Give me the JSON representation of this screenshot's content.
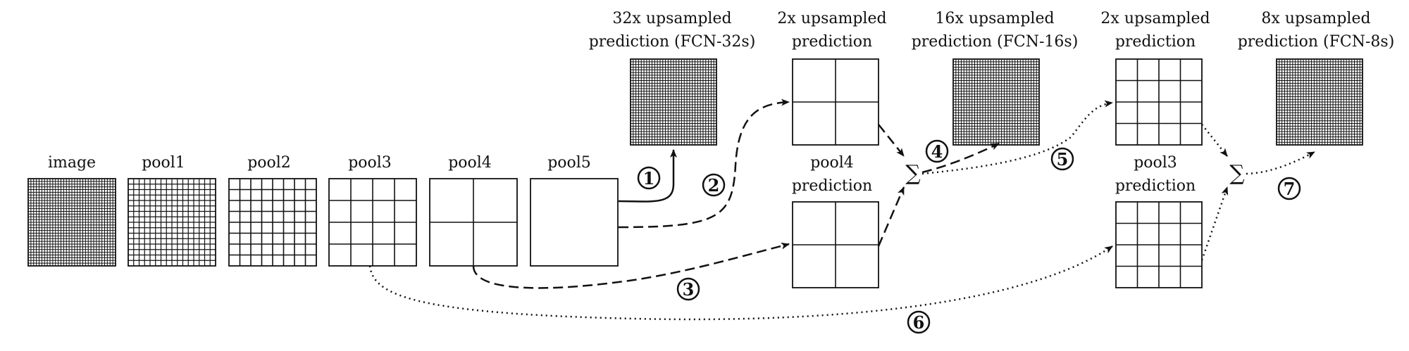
{
  "labels": {
    "image": "image",
    "pool1": "pool1",
    "pool2": "pool2",
    "pool3": "pool3",
    "pool4": "pool4",
    "pool5": "pool5",
    "fcn32_l1": "32x upsampled",
    "fcn32_l2": "prediction (FCN-32s)",
    "up2a_l1": "2x upsampled",
    "up2a_l2": "prediction",
    "pool4pred_l1": "pool4",
    "pool4pred_l2": "prediction",
    "fcn16_l1": "16x upsampled",
    "fcn16_l2": "prediction (FCN-16s)",
    "up2b_l1": "2x upsampled",
    "up2b_l2": "prediction",
    "pool3pred_l1": "pool3",
    "pool3pred_l2": "prediction",
    "fcn8_l1": "8x upsampled",
    "fcn8_l2": "prediction (FCN-8s)"
  },
  "sum_symbol": "∑",
  "step_markers": [
    "1",
    "2",
    "3",
    "4",
    "5",
    "6",
    "7"
  ],
  "grids": {
    "image": 32,
    "pool1": 16,
    "pool2": 8,
    "pool3": 4,
    "pool4": 2,
    "pool5": 1,
    "fcn32": 32,
    "up2a": 2,
    "pool4pred": 2,
    "fcn16": 32,
    "up2b": 4,
    "pool3pred": 4,
    "fcn8": 32
  }
}
